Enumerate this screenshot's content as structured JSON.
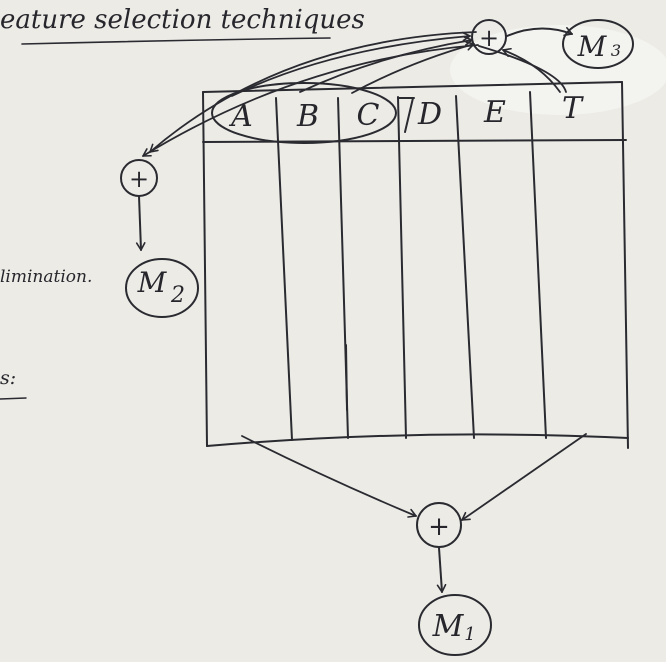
{
  "title": "eature selection techniques",
  "left_notes": {
    "elimination": "limination.",
    "other": "s:"
  },
  "table": {
    "columns": [
      "A",
      "B",
      "C",
      "D",
      "E",
      "T"
    ]
  },
  "nodes": {
    "combine_top": "+",
    "combine_left": "+",
    "combine_bottom": "+",
    "m3_letter": "M",
    "m3_sub": "3",
    "m2_letter": "M",
    "m2_sub": "2",
    "m1_letter": "M",
    "m1_sub": "1"
  }
}
